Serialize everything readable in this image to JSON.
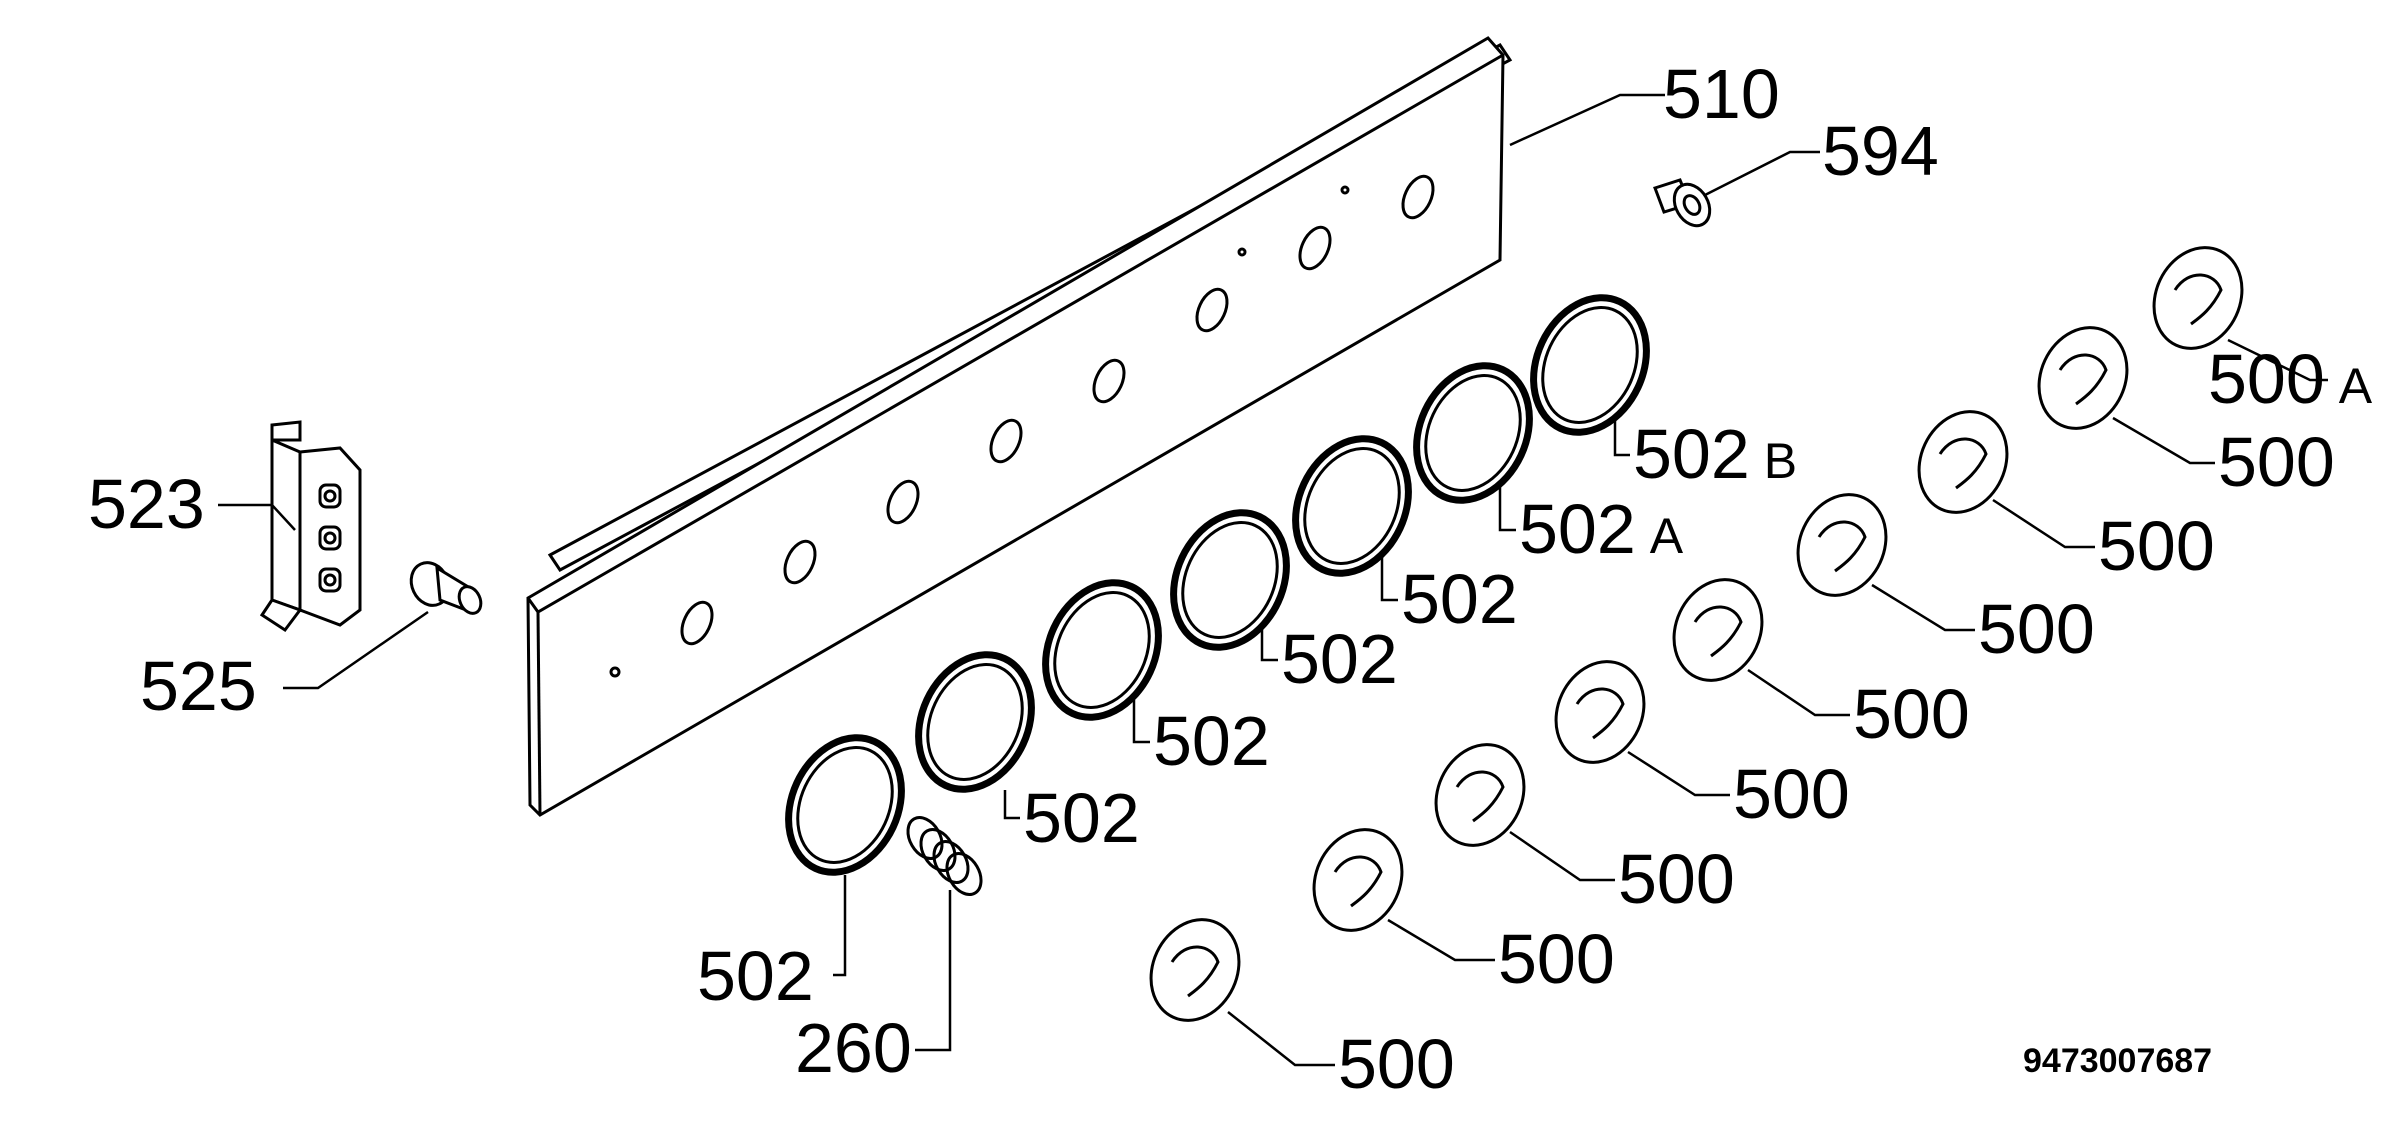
{
  "labels": {
    "panel": "510",
    "screw_right": "594",
    "bracket": "523",
    "screw_left": "525",
    "spring": "260",
    "ring": "502",
    "ring_a_num": "502",
    "ring_a_suffix": "A",
    "ring_b_num": "502",
    "ring_b_suffix": "B",
    "knob": "500",
    "knob_a_num": "500",
    "knob_a_suffix": "A"
  },
  "drawing_code": "9473007687"
}
